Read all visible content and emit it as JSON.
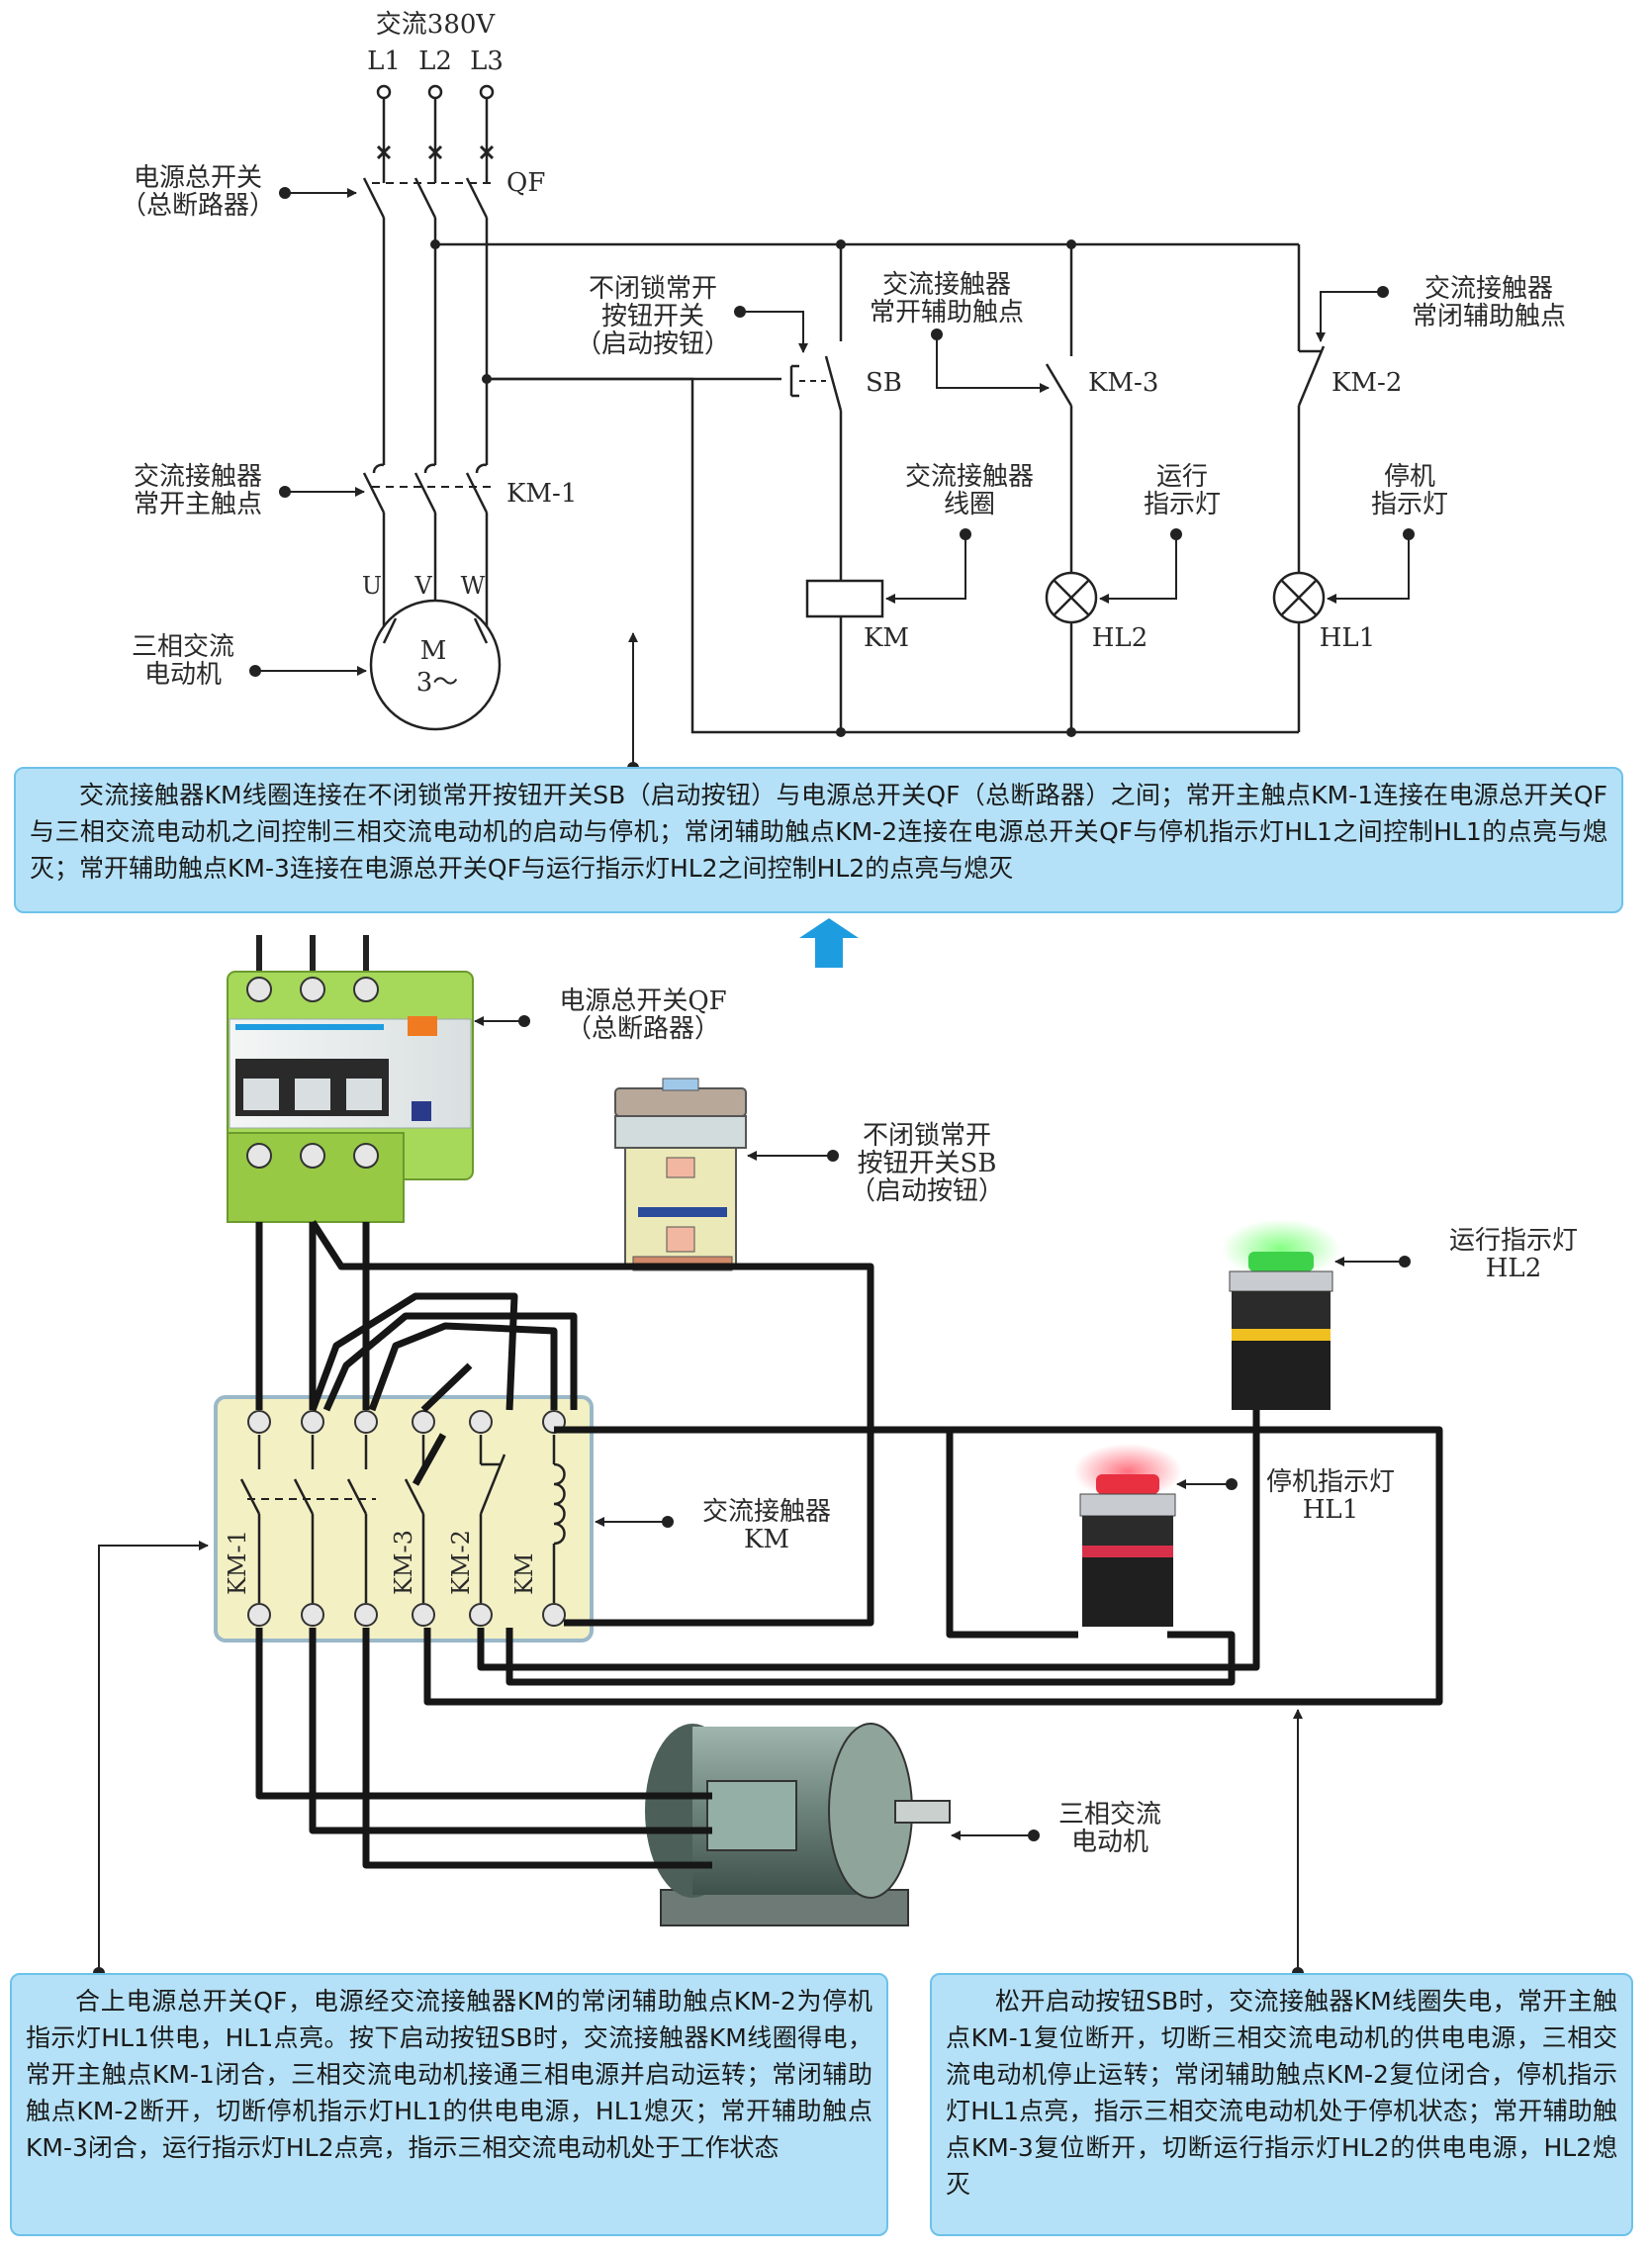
{
  "schematic": {
    "supply": "交流380V",
    "phases": [
      "L1",
      "L2",
      "L3"
    ],
    "qf_tag": "QF",
    "qf_label": [
      "电源总开关",
      "（总断路器）"
    ],
    "km1_tag": "KM-1",
    "km1_label": [
      "交流接触器",
      "常开主触点"
    ],
    "motor_terminals": [
      "U",
      "V",
      "W"
    ],
    "motor_symbol": [
      "M",
      "3～"
    ],
    "motor_label": [
      "三相交流",
      "电动机"
    ],
    "sb_tag": "SB",
    "sb_label": [
      "不闭锁常开",
      "按钮开关",
      "（启动按钮）"
    ],
    "km3_tag": "KM-3",
    "km3_label": [
      "交流接触器",
      "常开辅助触点"
    ],
    "km2_tag": "KM-2",
    "km2_label": [
      "交流接触器",
      "常闭辅助触点"
    ],
    "coil_tag": "KM",
    "coil_label": [
      "交流接触器",
      "线圈"
    ],
    "hl2_tag": "HL2",
    "hl2_label": [
      "运行",
      "指示灯"
    ],
    "hl1_tag": "HL1",
    "hl1_label": [
      "停机",
      "指示灯"
    ]
  },
  "top_note": "交流接触器KM线圈连接在不闭锁常开按钮开关SB（启动按钮）与电源总开关QF（总断路器）之间；常开主触点KM-1连接在电源总开关QF与三相交流电动机之间控制三相交流电动机的启动与停机；常闭辅助触点KM-2连接在电源总开关QF与停机指示灯HL1之间控制HL1的点亮与熄灭；常开辅助触点KM-3连接在电源总开关QF与运行指示灯HL2之间控制HL2的点亮与熄灭",
  "wiring": {
    "qf_label": [
      "电源总开关QF",
      "（总断路器）"
    ],
    "sb_label": [
      "不闭锁常开",
      "按钮开关SB",
      "（启动按钮）"
    ],
    "hl2_label": [
      "运行指示灯",
      "HL2"
    ],
    "hl1_label": [
      "停机指示灯",
      "HL1"
    ],
    "km_label": [
      "交流接触器",
      "KM"
    ],
    "motor_label": [
      "三相交流",
      "电动机"
    ],
    "contactor_tags": [
      "KM-1",
      "KM-3",
      "KM-2",
      "KM"
    ]
  },
  "bottom_left_note": "合上电源总开关QF，电源经交流接触器KM的常闭辅助触点KM-2为停机指示灯HL1供电，HL1点亮。按下启动按钮SB时，交流接触器KM线圈得电，常开主触点KM-1闭合，三相交流电动机接通三相电源并启动运转；常闭辅助触点KM-2断开，切断停机指示灯HL1的供电电源，HL1熄灭；常开辅助触点KM-3闭合，运行指示灯HL2点亮，指示三相交流电动机处于工作状态",
  "bottom_right_note": "松开启动按钮SB时，交流接触器KM线圈失电，常开主触点KM-1复位断开，切断三相交流电动机的供电电源，三相交流电动机停止运转；常闭辅助触点KM-2复位闭合，停机指示灯HL1点亮，指示三相交流电动机处于停机状态；常开辅助触点KM-3复位断开，切断运行指示灯HL2的供电电源，HL2熄灭",
  "colors": {
    "box_fill": "#b4e1f7",
    "box_border": "#6cc2ea",
    "arrow": "#1e9ce0",
    "breaker_green": "#a6d85a",
    "lamp_green": "#3ed24a",
    "lamp_red": "#e83040",
    "contactor_panel": "#f3f0c4"
  }
}
